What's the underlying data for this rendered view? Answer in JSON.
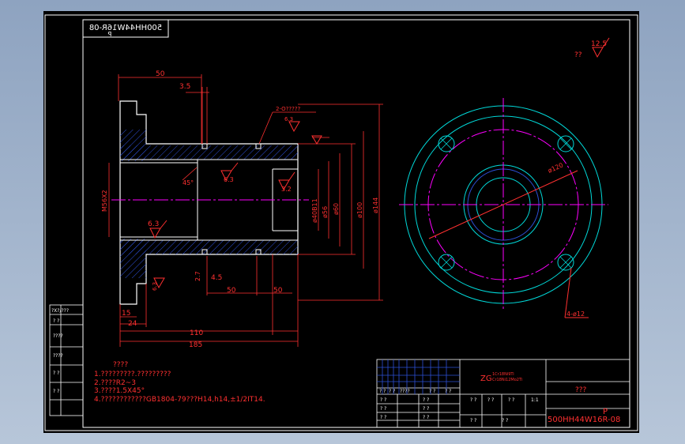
{
  "drawing_code_mirrored": "500HH44W16R-08",
  "drawing_code_small": "P",
  "roughness_top_right": "12.5",
  "roughness_prefix": "??",
  "dims": {
    "d50_top": "50",
    "d35": "3.5",
    "d185": "185",
    "d110": "110",
    "d15": "15",
    "d24": "24",
    "d50a": "50",
    "d50b": "50",
    "d45": "4.5",
    "d27": "2.7",
    "ang45": "45°",
    "m56": "M56X2",
    "phi40": "ø40B11",
    "phi56": "ø56",
    "phi60": "ø60",
    "phi100": "ø100",
    "phi144": "ø144",
    "phi120": "ø120",
    "holes": "4-ø12",
    "r63a": "6.3",
    "r63b": "6.3",
    "r32": "3.2",
    "r63c": "6.3",
    "r63d": "6.3",
    "note_hole": "2-O?????"
  },
  "notes": {
    "title": "????",
    "lines": [
      "1.?????????.?????????",
      "2.????R2~3",
      "3.????1.5X45°",
      "4.????????????GB1804-79???H14,h14,±1/2IT14."
    ]
  },
  "left_strip": [
    "?X?/???",
    "? ?",
    "????",
    "????",
    "? ?",
    "? ?"
  ],
  "title_block": {
    "material_top": "ZG",
    "material_line1": "1Cr18Ni9Ti",
    "material_line2": "Cr18Ni12Mo2Ti",
    "part_name": "???",
    "drawing_no": "500HH44W16R-08",
    "scale": "1:1",
    "sheet_mark": "P",
    "header_cells": [
      "? ?",
      "? ?",
      "????",
      "? ?",
      "? ?"
    ],
    "row_a": [
      "? ?",
      "? ?"
    ],
    "row_b": [
      "? ?",
      "? ?"
    ],
    "row_c": [
      "? ?",
      "? ?"
    ],
    "bottom_cells": [
      "? ?",
      "? ?",
      "? ?",
      "? ?",
      "? ?"
    ]
  }
}
